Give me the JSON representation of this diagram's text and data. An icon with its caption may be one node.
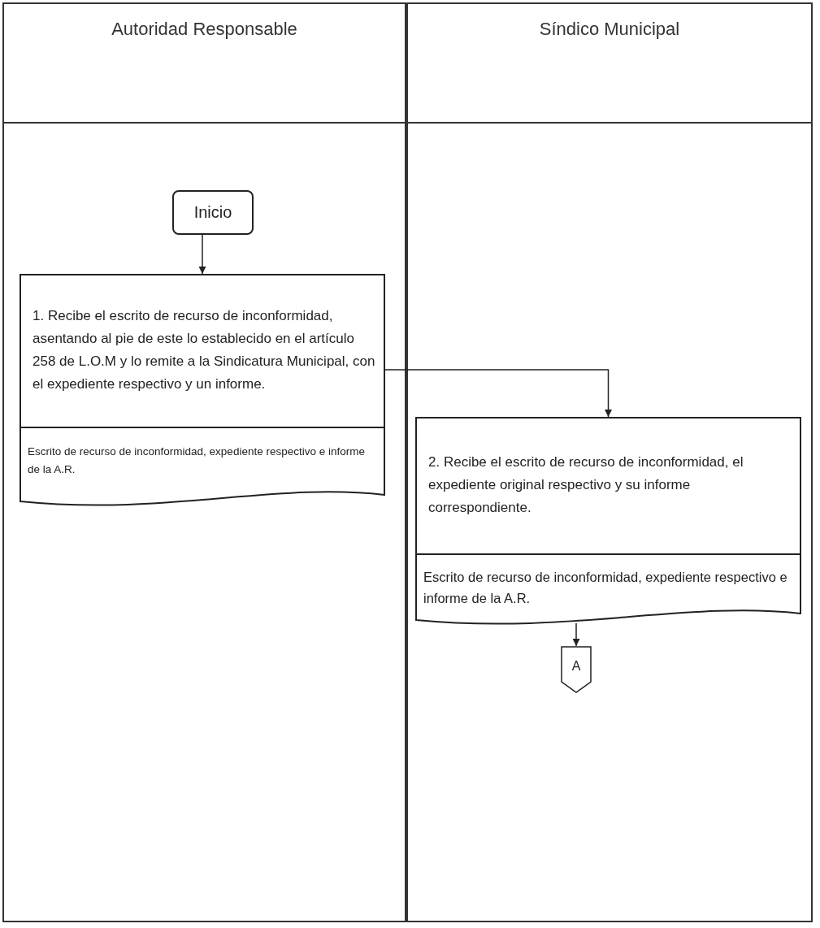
{
  "diagram": {
    "nodes": [
      {
        "text": [
          "Autoridad Responsable"
        ]
      },
      {
        "text": [
          "Síndico Municipal"
        ]
      },
      {
        "text": [
          "Inicio"
        ],
        "in": 0
      },
      {
        "text": [
          "1. Recibe el escrito de recurso de inconformidad, asentando al pie de este lo establecido en el artículo 258 de L.O.M y lo remite a la Sindicatura Municipal, con el expediente respectivo y un informe.",
          "Escrito de recurso de inconformidad, expediente respectivo e informe de la A.R."
        ],
        "in": 0
      },
      {
        "text": [
          "2. Recibe el escrito de recurso de inconformidad, el expediente original respectivo y su informe correspondiente.",
          "Escrito de recurso de inconformidad, expediente respectivo e informe de la A.R."
        ],
        "in": 1
      },
      {
        "text": [
          "A"
        ],
        "in": 1
      }
    ],
    "edges": [
      {
        "from": 2,
        "to": 3,
        "arrow": "to"
      },
      {
        "from": 3,
        "to": 4,
        "arrow": "to"
      },
      {
        "from": 4,
        "to": 5,
        "arrow": "to"
      }
    ]
  }
}
